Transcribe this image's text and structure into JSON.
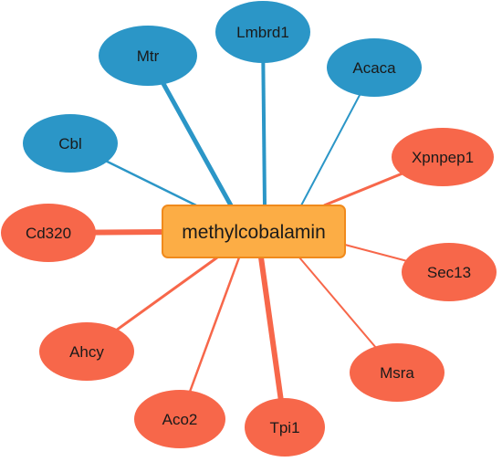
{
  "center": {
    "label": "methylcobalamin",
    "fill": "#fcad45",
    "stroke": "#f08a1c"
  },
  "colors": {
    "blue": "#2b96c7",
    "red": "#f7674a",
    "blue_edge": "#2b96c7",
    "red_edge": "#f7674a"
  },
  "nodes": [
    {
      "id": "mtr",
      "label": "Mtr",
      "group": "blue"
    },
    {
      "id": "lmbrd1",
      "label": "Lmbrd1",
      "group": "blue"
    },
    {
      "id": "acaca",
      "label": "Acaca",
      "group": "blue"
    },
    {
      "id": "cbl",
      "label": "Cbl",
      "group": "blue"
    },
    {
      "id": "xpnpep1",
      "label": "Xpnpep1",
      "group": "red"
    },
    {
      "id": "cd320",
      "label": "Cd320",
      "group": "red"
    },
    {
      "id": "sec13",
      "label": "Sec13",
      "group": "red"
    },
    {
      "id": "ahcy",
      "label": "Ahcy",
      "group": "red"
    },
    {
      "id": "msra",
      "label": "Msra",
      "group": "red"
    },
    {
      "id": "aco2",
      "label": "Aco2",
      "group": "red"
    },
    {
      "id": "tpi1",
      "label": "Tpi1",
      "group": "red"
    }
  ]
}
